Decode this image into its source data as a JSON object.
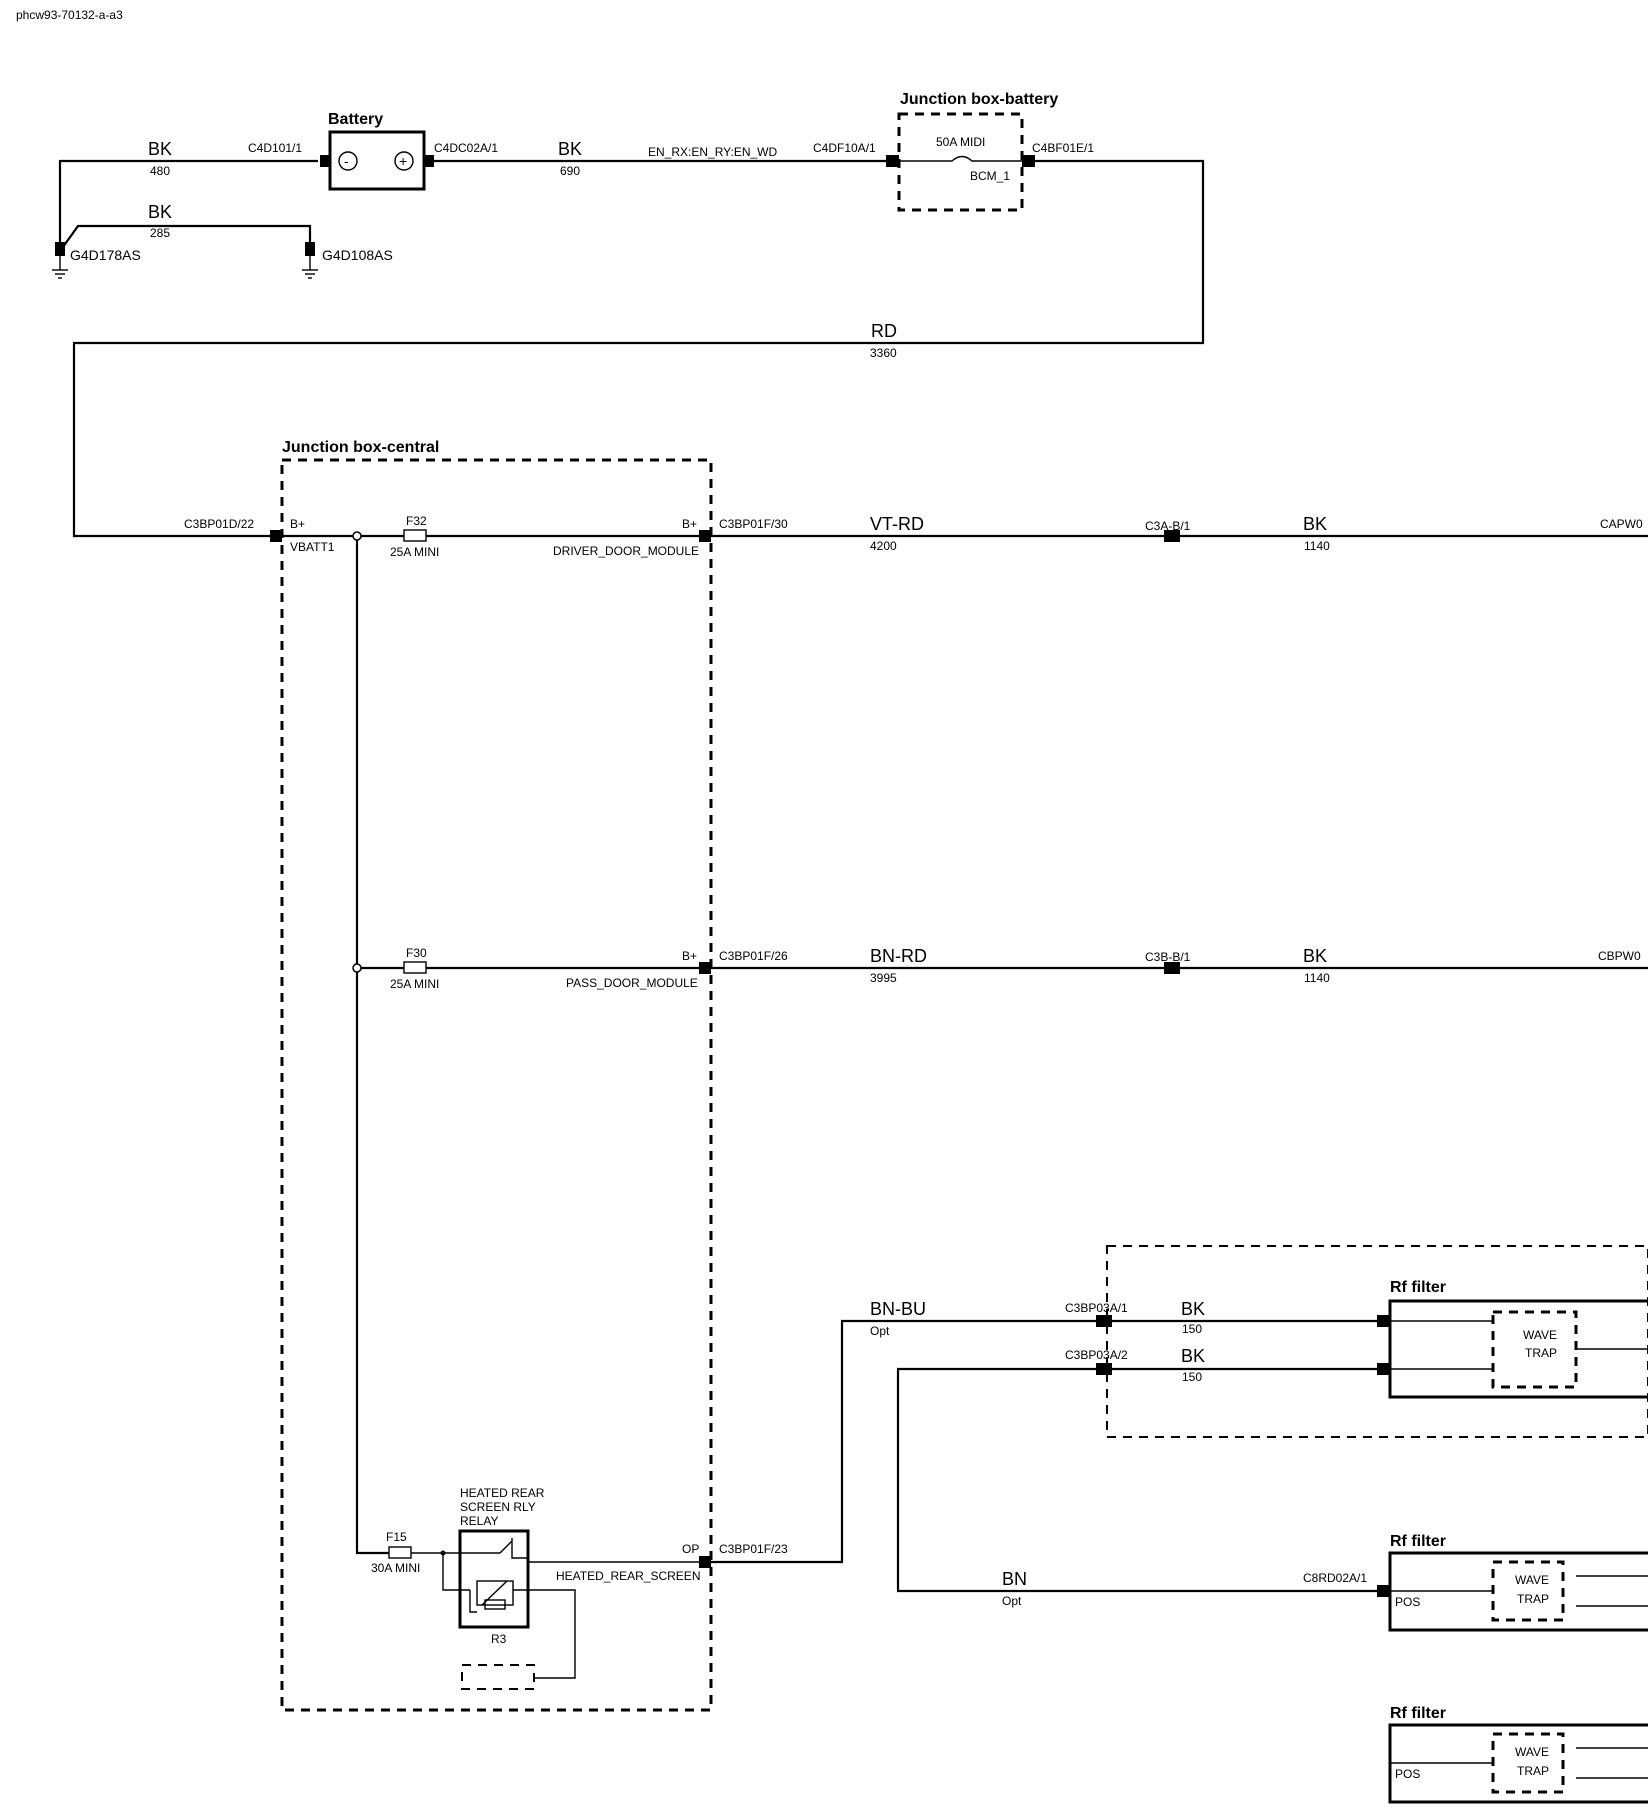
{
  "diagram_id": "phcw93-70132-a-a3",
  "colors": {
    "line": "#000000",
    "background": "#ffffff"
  },
  "components": {
    "battery": {
      "title": "Battery",
      "neg": "-",
      "pos": "+"
    },
    "jb_battery": {
      "title": "Junction box-battery",
      "fuse": "50A MIDI",
      "circuit": "BCM_1"
    },
    "jb_central": {
      "title": "Junction box-central",
      "in_pin": "B+",
      "in_net": "VBATT1",
      "f32_id": "F32",
      "f32_rating": "25A MINI",
      "out1_pin": "B+",
      "out1_net": "DRIVER_DOOR_MODULE",
      "f30_id": "F30",
      "f30_rating": "25A MINI",
      "out2_pin": "B+",
      "out2_net": "PASS_DOOR_MODULE",
      "f15_id": "F15",
      "f15_rating": "30A MINI",
      "relay_line1": "HEATED REAR",
      "relay_line2": "SCREEN RLY",
      "relay_line3": "RELAY",
      "relay_ref": "R3",
      "out3_pin": "OP",
      "out3_net": "HEATED_REAR_SCREEN"
    },
    "rf_filter_1": {
      "title": "Rf filter",
      "trap1": "WAVE",
      "trap2": "TRAP"
    },
    "rf_filter_2": {
      "title": "Rf filter",
      "pin": "POS",
      "trap1": "WAVE",
      "trap2": "TRAP"
    },
    "rf_filter_3": {
      "title": "Rf filter",
      "pin": "POS",
      "trap1": "WAVE",
      "trap2": "TRAP"
    }
  },
  "connectors": {
    "c4d101": "C4D101/1",
    "c4dc02a": "C4DC02A/1",
    "c4df10a": "C4DF10A/1",
    "c4bf01e": "C4BF01E/1",
    "c3bp01d": "C3BP01D/22",
    "c3bp01f_30": "C3BP01F/30",
    "c3a_b": "C3A-B/1",
    "capw": "CAPW0",
    "c3bp01f_26": "C3BP01F/26",
    "c3b_b": "C3B-B/1",
    "cbpw": "CBPW0",
    "c3bp01f_23": "C3BP01F/23",
    "c3bp03a_1": "C3BP03A/1",
    "c3bp03a_2": "C3BP03A/2",
    "c8rd02a": "C8RD02A/1"
  },
  "grounds": {
    "g1": "G4D178AS",
    "g2": "G4D108AS"
  },
  "signals": {
    "batt_bus": "EN_RX:EN_RY:EN_WD"
  },
  "wires": {
    "w480": {
      "color": "BK",
      "num": "480"
    },
    "w285": {
      "color": "BK",
      "num": "285"
    },
    "w690": {
      "color": "BK",
      "num": "690"
    },
    "w3360": {
      "color": "RD",
      "num": "3360"
    },
    "w4200": {
      "color": "VT-RD",
      "num": "4200"
    },
    "w1140a": {
      "color": "BK",
      "num": "1140"
    },
    "w3995": {
      "color": "BN-RD",
      "num": "3995"
    },
    "w1140b": {
      "color": "BK",
      "num": "1140"
    },
    "wbnbu": {
      "color": "BN-BU",
      "num": "Opt"
    },
    "w150a": {
      "color": "BK",
      "num": "150"
    },
    "w150b": {
      "color": "BK",
      "num": "150"
    },
    "wbn": {
      "color": "BN",
      "num": "Opt"
    }
  }
}
